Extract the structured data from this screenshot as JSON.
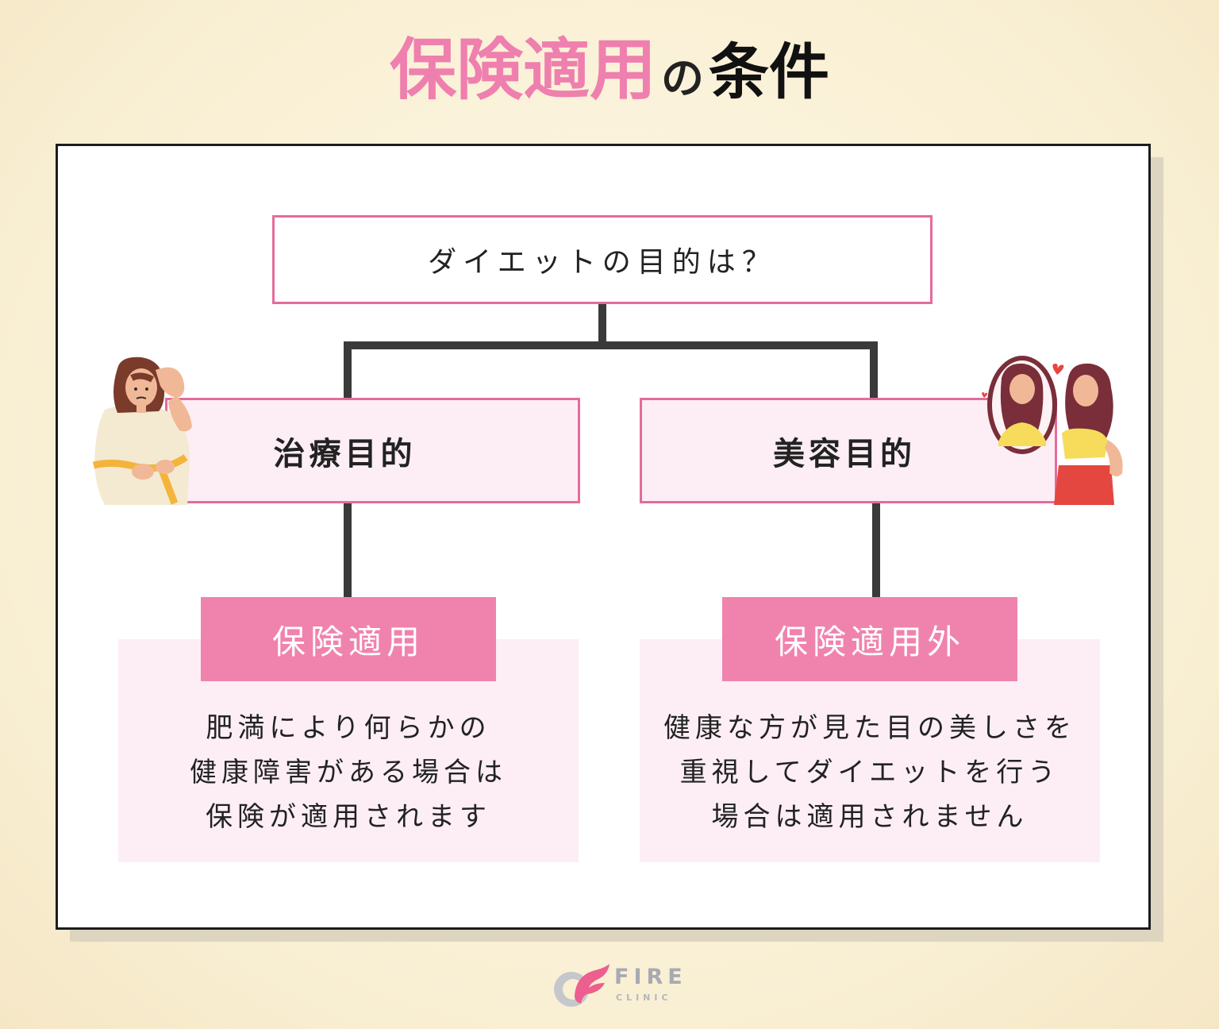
{
  "title": {
    "accent": "保険適用",
    "connector": "の",
    "rest": "条件"
  },
  "question": "ダイエットの目的は？",
  "branches": [
    {
      "category": "治療目的",
      "result": "保険適用",
      "description": [
        "肥満により何らかの",
        "健康障害がある場合は",
        "保険が適用されます"
      ]
    },
    {
      "category": "美容目的",
      "result": "保険適用外",
      "description": [
        "健康な方が見た目の美しさを",
        "重視してダイエットを行う",
        "場合は適用されません"
      ]
    }
  ],
  "logo": {
    "name": "FIRE",
    "sub": "CLINIC"
  },
  "colors": {
    "pink": "#e36c9c",
    "label_pink": "#f083ad",
    "light_pink": "#fdeef5",
    "line": "#3a3a3a"
  }
}
